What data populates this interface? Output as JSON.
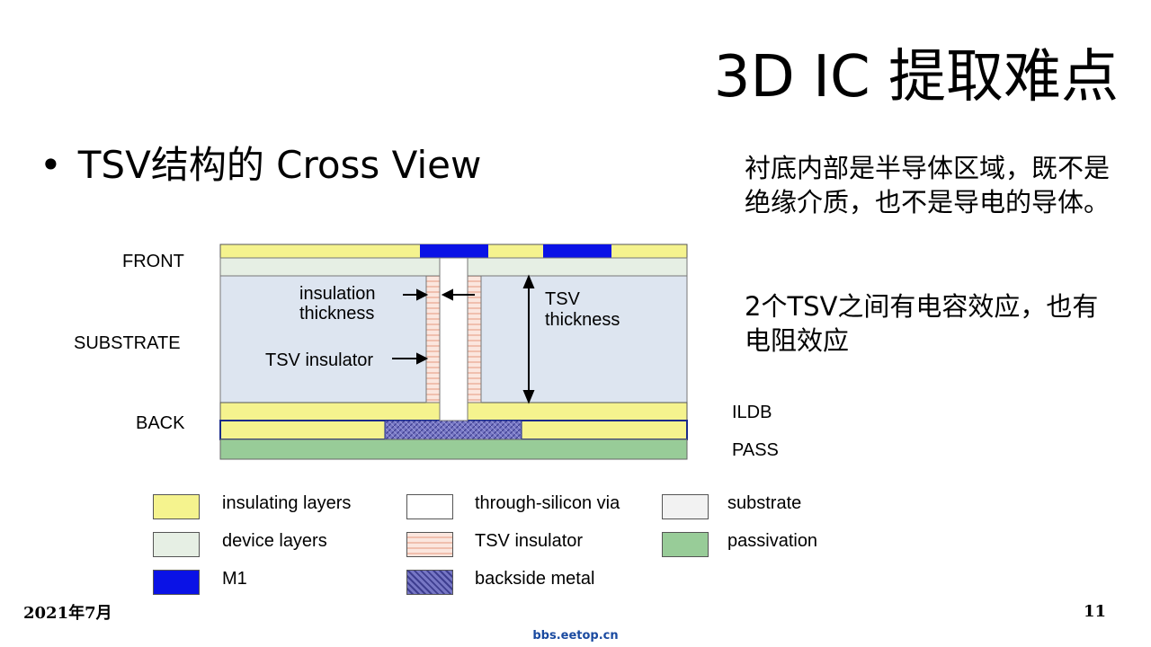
{
  "slide": {
    "title": "3D IC 提取难点",
    "bullet": "TSV结构的 Cross View",
    "bullet_marker": "•",
    "note_1": "衬底内部是半导体区域，既不是绝缘介质，也不是导电的导体。",
    "note_2": "2个TSV之间有电容效应，也有电阻效应",
    "footer_date": "2021年7月",
    "page_number": "11",
    "watermark": "bbs.eetop.cn"
  },
  "diagram": {
    "labels": {
      "front": "FRONT",
      "substrate": "SUBSTRATE",
      "back": "BACK",
      "ildb": "ILDB",
      "pass": "PASS",
      "insulation_thickness_1": "insulation",
      "insulation_thickness_2": "thickness",
      "tsv_insulator": "TSV insulator",
      "tsv_thickness_1": "TSV",
      "tsv_thickness_2": "thickness"
    },
    "colors": {
      "insulating": "#f5f38e",
      "device": "#e6efe4",
      "substrate": "#dde5f0",
      "m1": "#0a12e6",
      "tsv_insulator": "#f8d8cc",
      "backside_metal": "#6a6ab8",
      "passivation": "#98cc98"
    }
  },
  "legend": {
    "items": [
      {
        "label": "insulating layers",
        "color": "#f5f38e",
        "icon": "insulating-swatch"
      },
      {
        "label": "through-silicon via",
        "color": "#ffffff",
        "icon": "tsv-swatch"
      },
      {
        "label": "substrate",
        "color": "#f2f2f2",
        "icon": "substrate-swatch"
      },
      {
        "label": "device layers",
        "color": "#e6efe4",
        "icon": "device-swatch"
      },
      {
        "label": "TSV insulator",
        "color": "#f8d8cc",
        "icon": "tsv-insulator-swatch"
      },
      {
        "label": "passivation",
        "color": "#98cc98",
        "icon": "passivation-swatch"
      },
      {
        "label": "M1",
        "color": "#0a12e6",
        "icon": "m1-swatch"
      },
      {
        "label": "backside metal",
        "color": "#6a6ab8",
        "icon": "backside-metal-swatch"
      }
    ]
  }
}
